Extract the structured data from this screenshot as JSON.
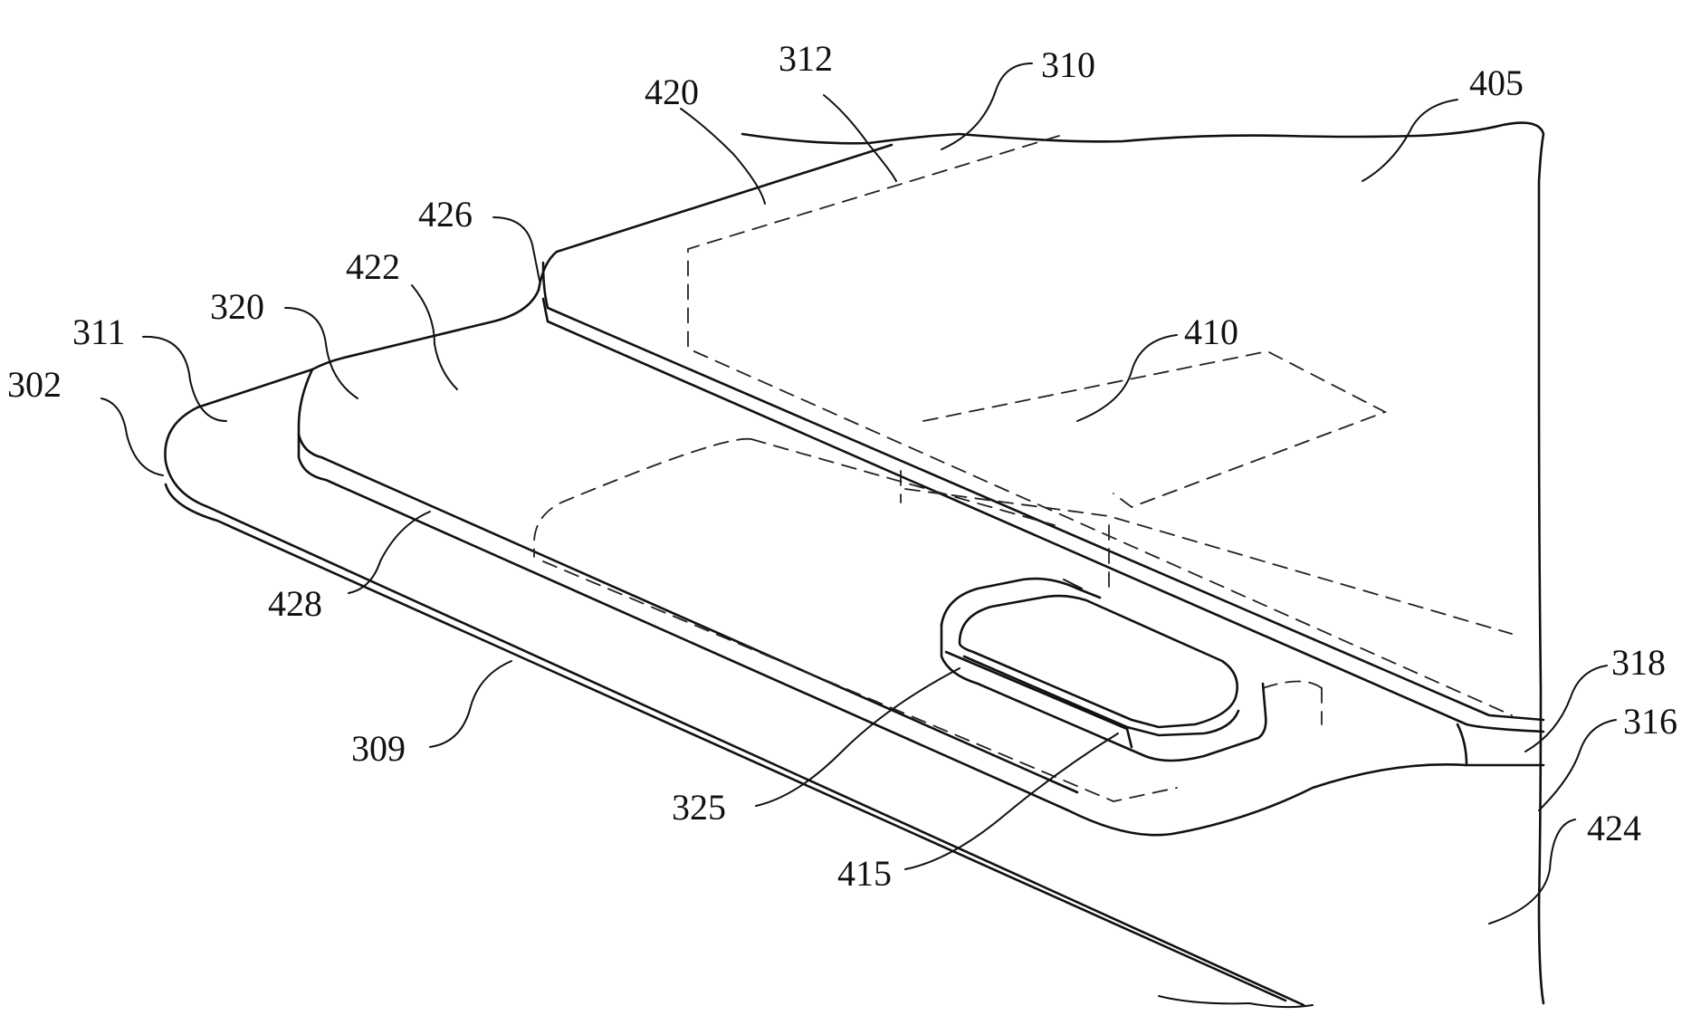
{
  "figure": {
    "reference_labels": {
      "r302": "302",
      "r309": "309",
      "r310": "310",
      "r311": "311",
      "r312": "312",
      "r316": "316",
      "r318": "318",
      "r320": "320",
      "r325": "325",
      "r405": "405",
      "r410": "410",
      "r415": "415",
      "r420": "420",
      "r422": "422",
      "r424": "424",
      "r426": "426",
      "r428": "428"
    }
  }
}
